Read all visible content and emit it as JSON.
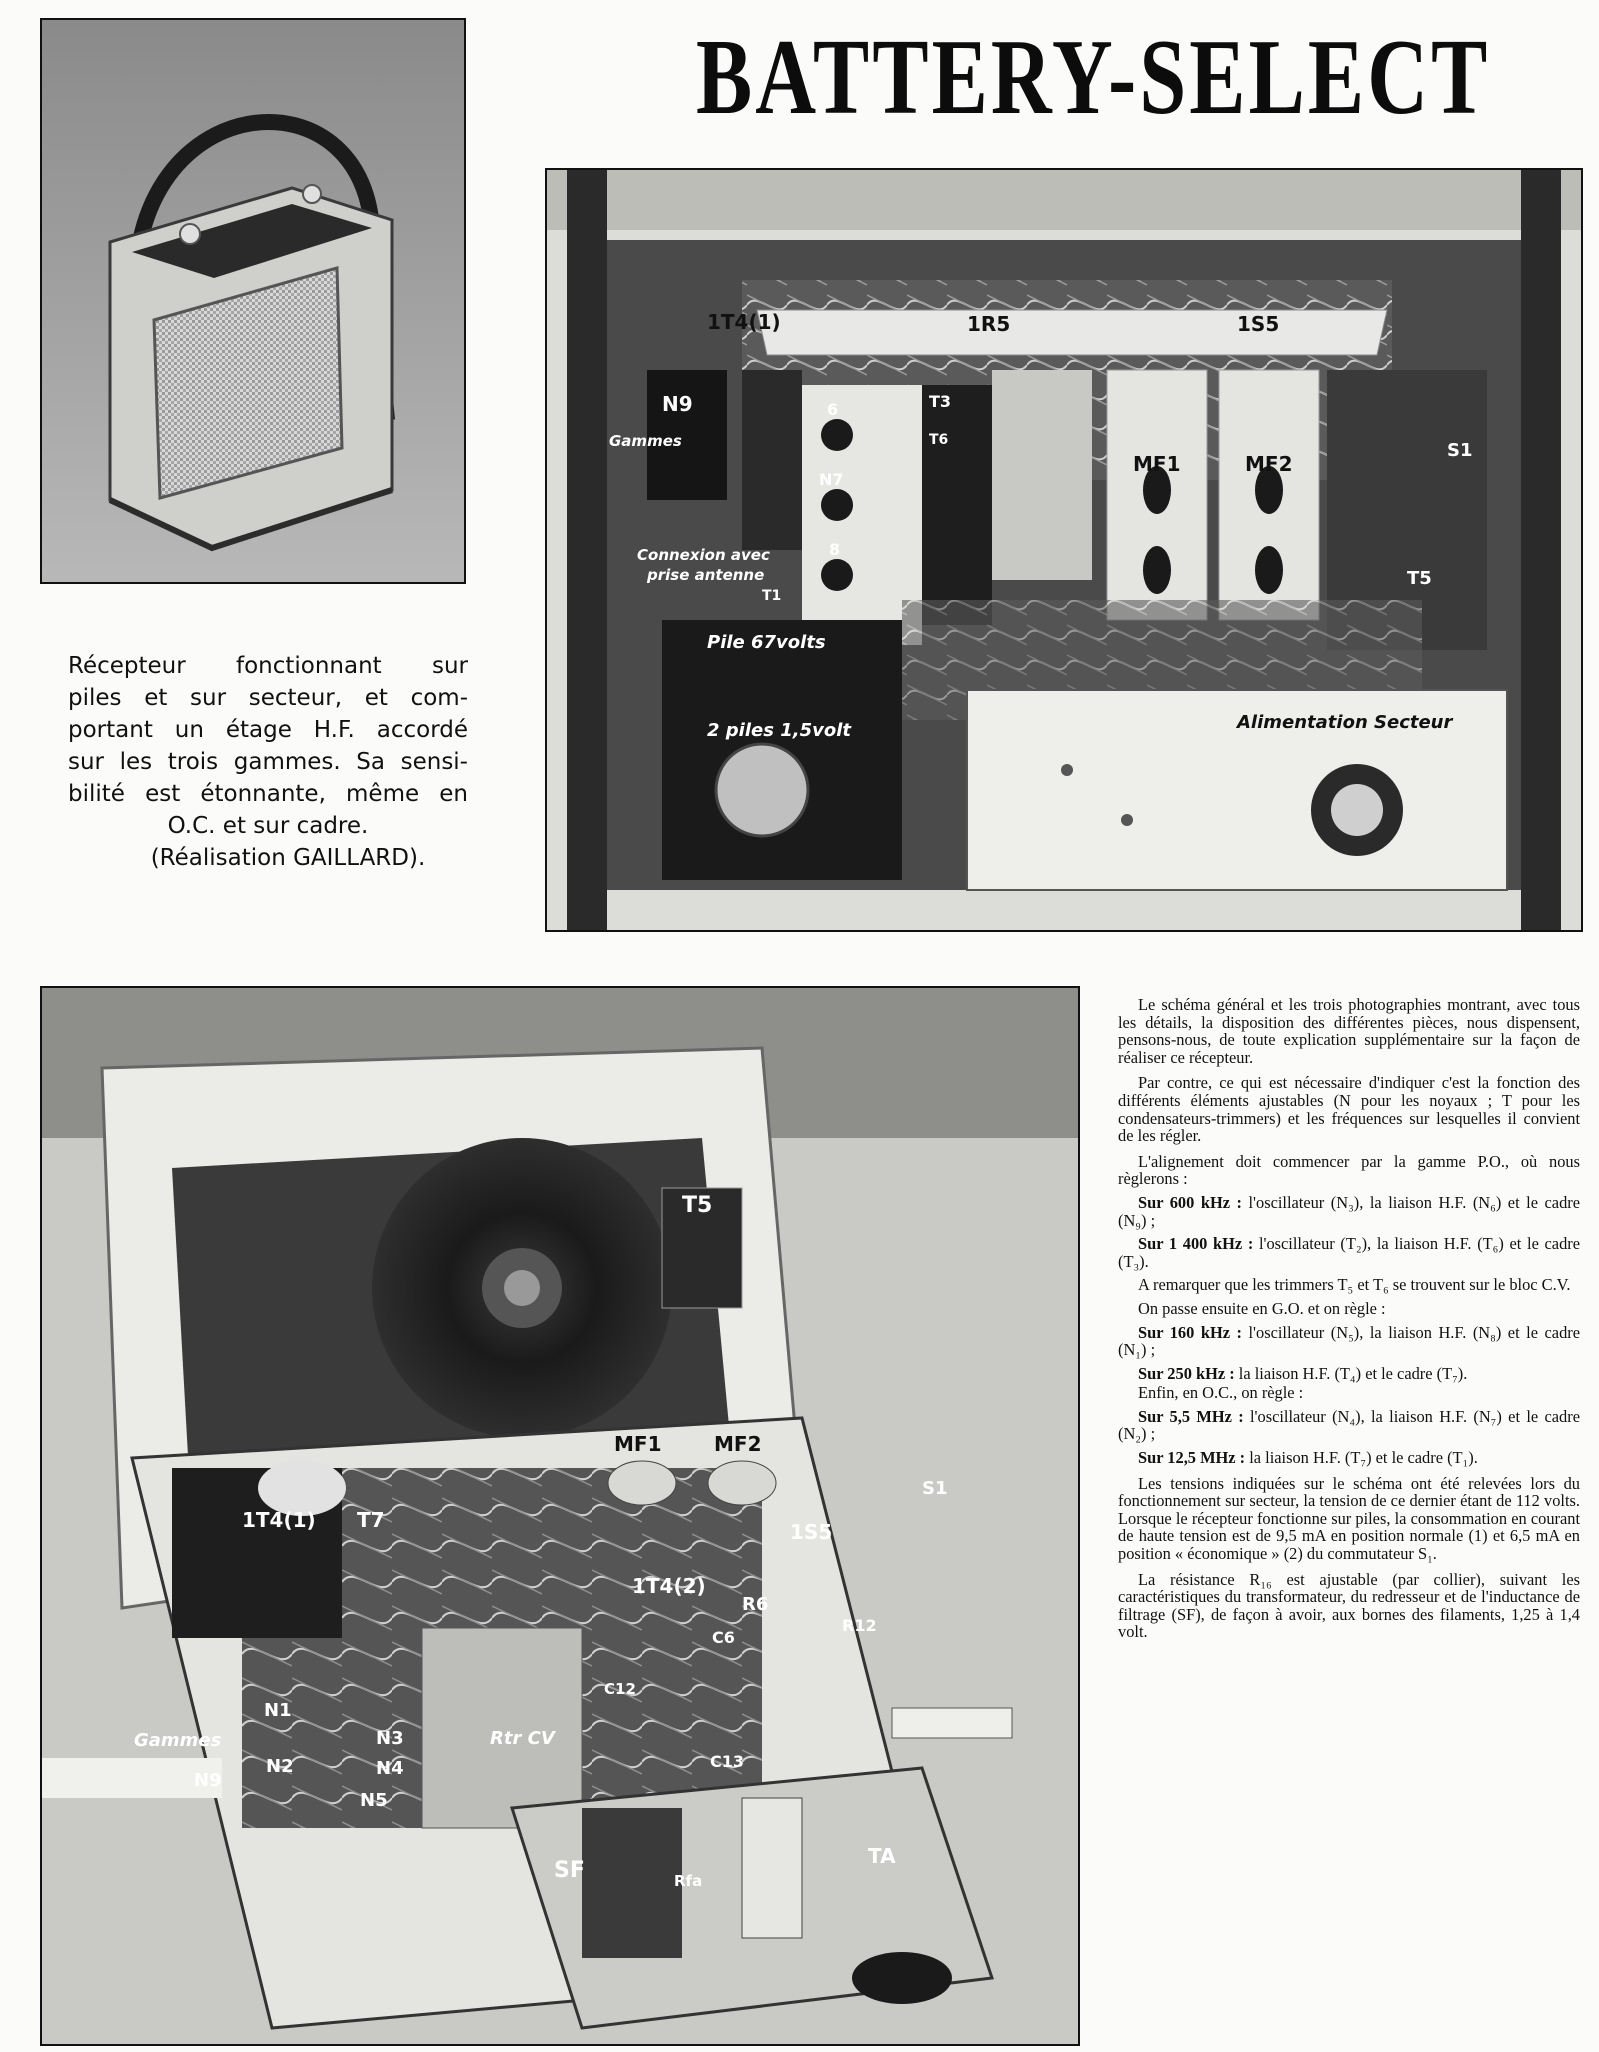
{
  "title": "BATTERY-SELECT",
  "caption": {
    "lines": [
      "Récepteur fonctionnant sur",
      "piles et sur secteur, et com-",
      "portant un étage H.F. accordé",
      "sur les trois gammes. Sa sensi-",
      "bilité est étonnante, même en",
      "O.C. et sur cadre.",
      "(Réalisation GAILLARD)."
    ]
  },
  "photo_top": {
    "labels": {
      "t1": "1T4(1)",
      "t2": "1R5",
      "t3": "1S5",
      "n9": "N9",
      "gammes": "Gammes",
      "n6": "6",
      "n7": "N7",
      "n8": "8",
      "t3b": "T3",
      "t6": "T6",
      "mf1": "MF1",
      "mf2": "MF2",
      "s1": "S1",
      "t5": "T5",
      "connex1": "Connexion avec",
      "connex2": "prise antenne",
      "t1b": "T1",
      "pile": "Pile 67volts",
      "piles": "2 piles 1,5volt",
      "alim": "Alimentation Secteur"
    }
  },
  "photo_bottom": {
    "labels": {
      "t5": "T5",
      "mf1": "MF1",
      "mf2": "MF2",
      "t4_1": "1T4(1)",
      "t7": "T7",
      "s155": "1S5",
      "t4_2": "1T4(2)",
      "r6": "R6",
      "c6": "C6",
      "r12": "R12",
      "c12": "C12",
      "gammes": "Gammes",
      "n1": "N1",
      "n2": "N2",
      "n9": "N9",
      "n3": "N3",
      "n4": "N4",
      "n5": "N5",
      "rtr": "Rtr CV",
      "c13": "C13",
      "sf": "SF",
      "rfa": "Rfa",
      "ta": "TA",
      "s1": "S1"
    }
  },
  "article": {
    "p1": "Le schéma général et les trois photographies montrant, avec tous les détails, la disposition des différentes pièces, nous dispensent, pensons-nous, de toute explication supplémentaire sur la façon de réaliser ce récepteur.",
    "p2": "Par contre, ce qui est nécessaire d'indiquer c'est la fonction des différents éléments ajustables (N pour les noyaux ; T pour les condensateurs-trimmers) et les fréquences sur lesquelles il convient de les régler.",
    "p3": "L'alignement doit commencer par la gamme P.O., où nous règlerons :",
    "s1_b": "Sur 600 kHz :",
    "s1_t": " l'oscillateur (N₃), la liaison H.F. (N₆) et le cadre (N₉) ;",
    "s2_b": "Sur 1 400 kHz :",
    "s2_t": " l'oscillateur (T₂), la liaison H.F. (T₆) et le cadre (T₃).",
    "p4": "A remarquer que les trimmers T₅ et T₆ se trouvent sur le bloc C.V.",
    "p5": "On passe ensuite en G.O. et on règle :",
    "s3_b": "Sur 160 kHz :",
    "s3_t": " l'oscillateur (N₅), la liaison H.F. (N₈) et le cadre (N₁) ;",
    "s4_b": "Sur 250 kHz :",
    "s4_t": " la liaison H.F. (T₄) et le cadre (T₇).",
    "p6": "Enfin, en O.C., on règle :",
    "s5_b": "Sur 5,5 MHz :",
    "s5_t": " l'oscillateur (N₄), la liaison H.F. (N₇) et le cadre (N₂) ;",
    "s6_b": "Sur 12,5 MHz :",
    "s6_t": " la liaison H.F. (T₇) et le cadre (T₁).",
    "p7": "Les tensions indiquées sur le schéma ont été relevées lors du fonctionnement sur secteur, la tension de ce dernier étant de 112 volts. Lorsque le récepteur fonctionne sur piles, la consommation en courant de haute tension est de 9,5 mA en position normale (1) et 6,5 mA en position « économique » (2) du commutateur S₁.",
    "p8": "La résistance R₁₆ est ajustable (par collier), suivant les caractéristiques du transformateur, du redresseur et de l'inductance de filtrage (SF), de façon à avoir, aux bornes des filaments, 1,25 à 1,4 volt."
  }
}
